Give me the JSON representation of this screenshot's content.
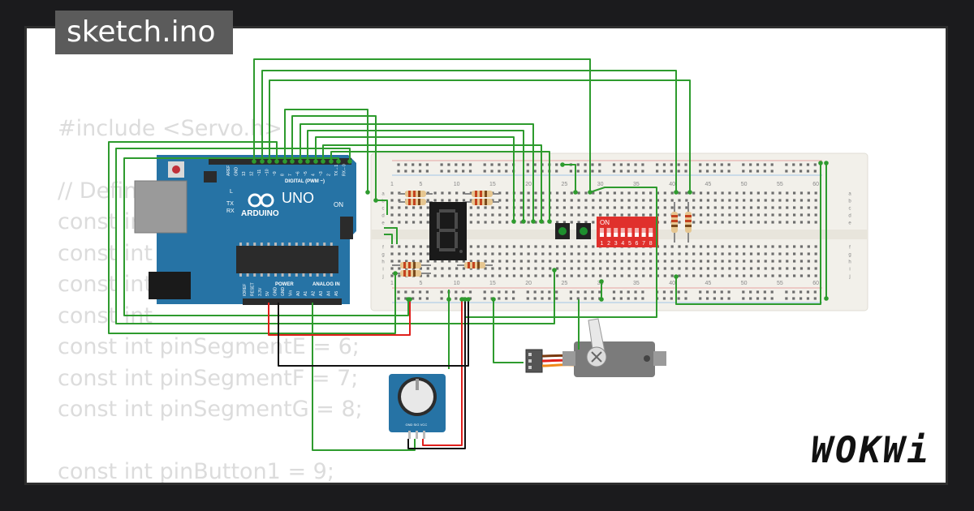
{
  "tab": {
    "filename": "sketch.ino"
  },
  "code": {
    "lines": [
      "",
      "#include <Servo.h>",
      "",
      "// Defining",
      "const int",
      "const int",
      "const int",
      "const int",
      "const int pinSegmentE = 6;",
      "const int pinSegmentF = 7;",
      "const int pinSegmentG = 8;",
      "",
      "const int pinButton1 = 9;"
    ]
  },
  "arduino": {
    "brand": "ARDUINO",
    "model": "UNO",
    "digital_label": "DIGITAL (PWM ~)",
    "power_label": "POWER",
    "analog_label": "ANALOG IN",
    "on_label": "ON",
    "tx_label": "TX",
    "rx_label": "RX",
    "l_label": "L",
    "top_pins": [
      "AREF",
      "GND",
      "13",
      "12",
      "~11",
      "~10",
      "~9",
      "8",
      "7",
      "~6",
      "~5",
      "4",
      "~3",
      "2",
      "TX→1",
      "RX←0"
    ],
    "bottom_pins": [
      "IOREF",
      "RESET",
      "3.3V",
      "5V",
      "GND",
      "GND",
      "Vin",
      "A0",
      "A1",
      "A2",
      "A3",
      "A4",
      "A5"
    ]
  },
  "breadboard": {
    "column_numbers": [
      "1",
      "5",
      "10",
      "15",
      "20",
      "25",
      "30",
      "35",
      "40",
      "45",
      "50",
      "55",
      "60"
    ],
    "row_letters_top": [
      "a",
      "b",
      "c",
      "d",
      "e"
    ],
    "row_letters_bottom": [
      "f",
      "g",
      "h",
      "i",
      "j"
    ]
  },
  "dip_switch": {
    "on_label": "ON",
    "numbers": [
      "1",
      "2",
      "3",
      "4",
      "5",
      "6",
      "7",
      "8"
    ]
  },
  "potentiometer": {
    "pins": [
      "GND",
      "SIG",
      "VCC"
    ]
  },
  "logo": {
    "text": "WOKWi"
  },
  "colors": {
    "wire_green": "#2e9b2e",
    "wire_red": "#e0201c",
    "wire_black": "#111111",
    "arduino_blue": "#2673a5",
    "breadboard": "#f2f0ea",
    "dip_red": "#e0302c",
    "display_black": "#1a1a1a"
  }
}
